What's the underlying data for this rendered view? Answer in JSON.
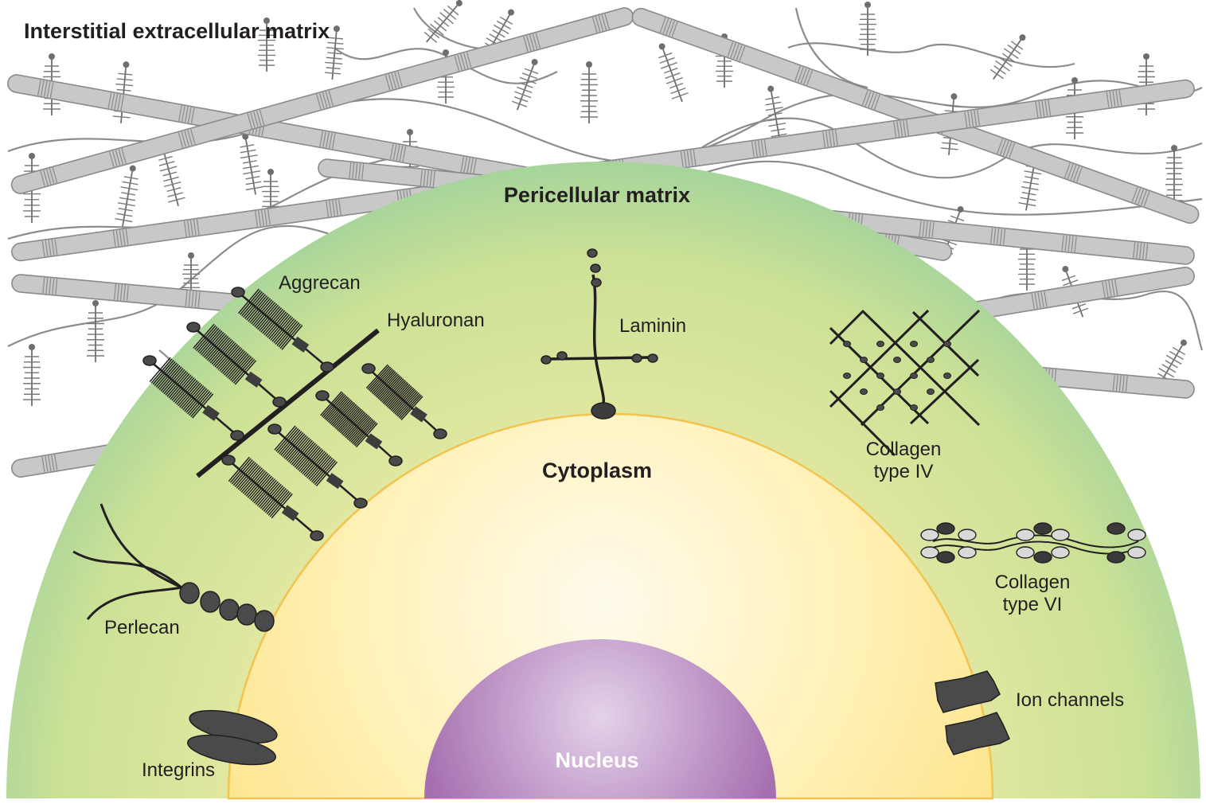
{
  "labels": {
    "interstitial_ecm": "Interstitial extracellular matrix",
    "pericellular_matrix": "Pericellular matrix",
    "cytoplasm": "Cytoplasm",
    "nucleus": "Nucleus",
    "aggrecan": "Aggrecan",
    "hyaluronan": "Hyaluronan",
    "laminin": "Laminin",
    "collagen_iv_line1": "Collagen",
    "collagen_iv_line2": "type IV",
    "collagen_vi_line1": "Collagen",
    "collagen_vi_line2": "type VI",
    "perlecan": "Perlecan",
    "integrins": "Integrins",
    "ion_channels": "Ion channels"
  },
  "colors": {
    "pericellular_edge": "#a6d49b",
    "pericellular_inner": "#dfe7a0",
    "cytoplasm_edge": "#fde48c",
    "cytoplasm_center": "#fffbe8",
    "nucleus_edge": "#a66fb0",
    "nucleus_center": "#e2cde8",
    "fiber_fill": "#c8c8c8",
    "fiber_stroke": "#8a8a8a",
    "molecule_dark": "#3a3a3a",
    "molecule_light": "#d9d9d9",
    "outline": "#231f20"
  }
}
